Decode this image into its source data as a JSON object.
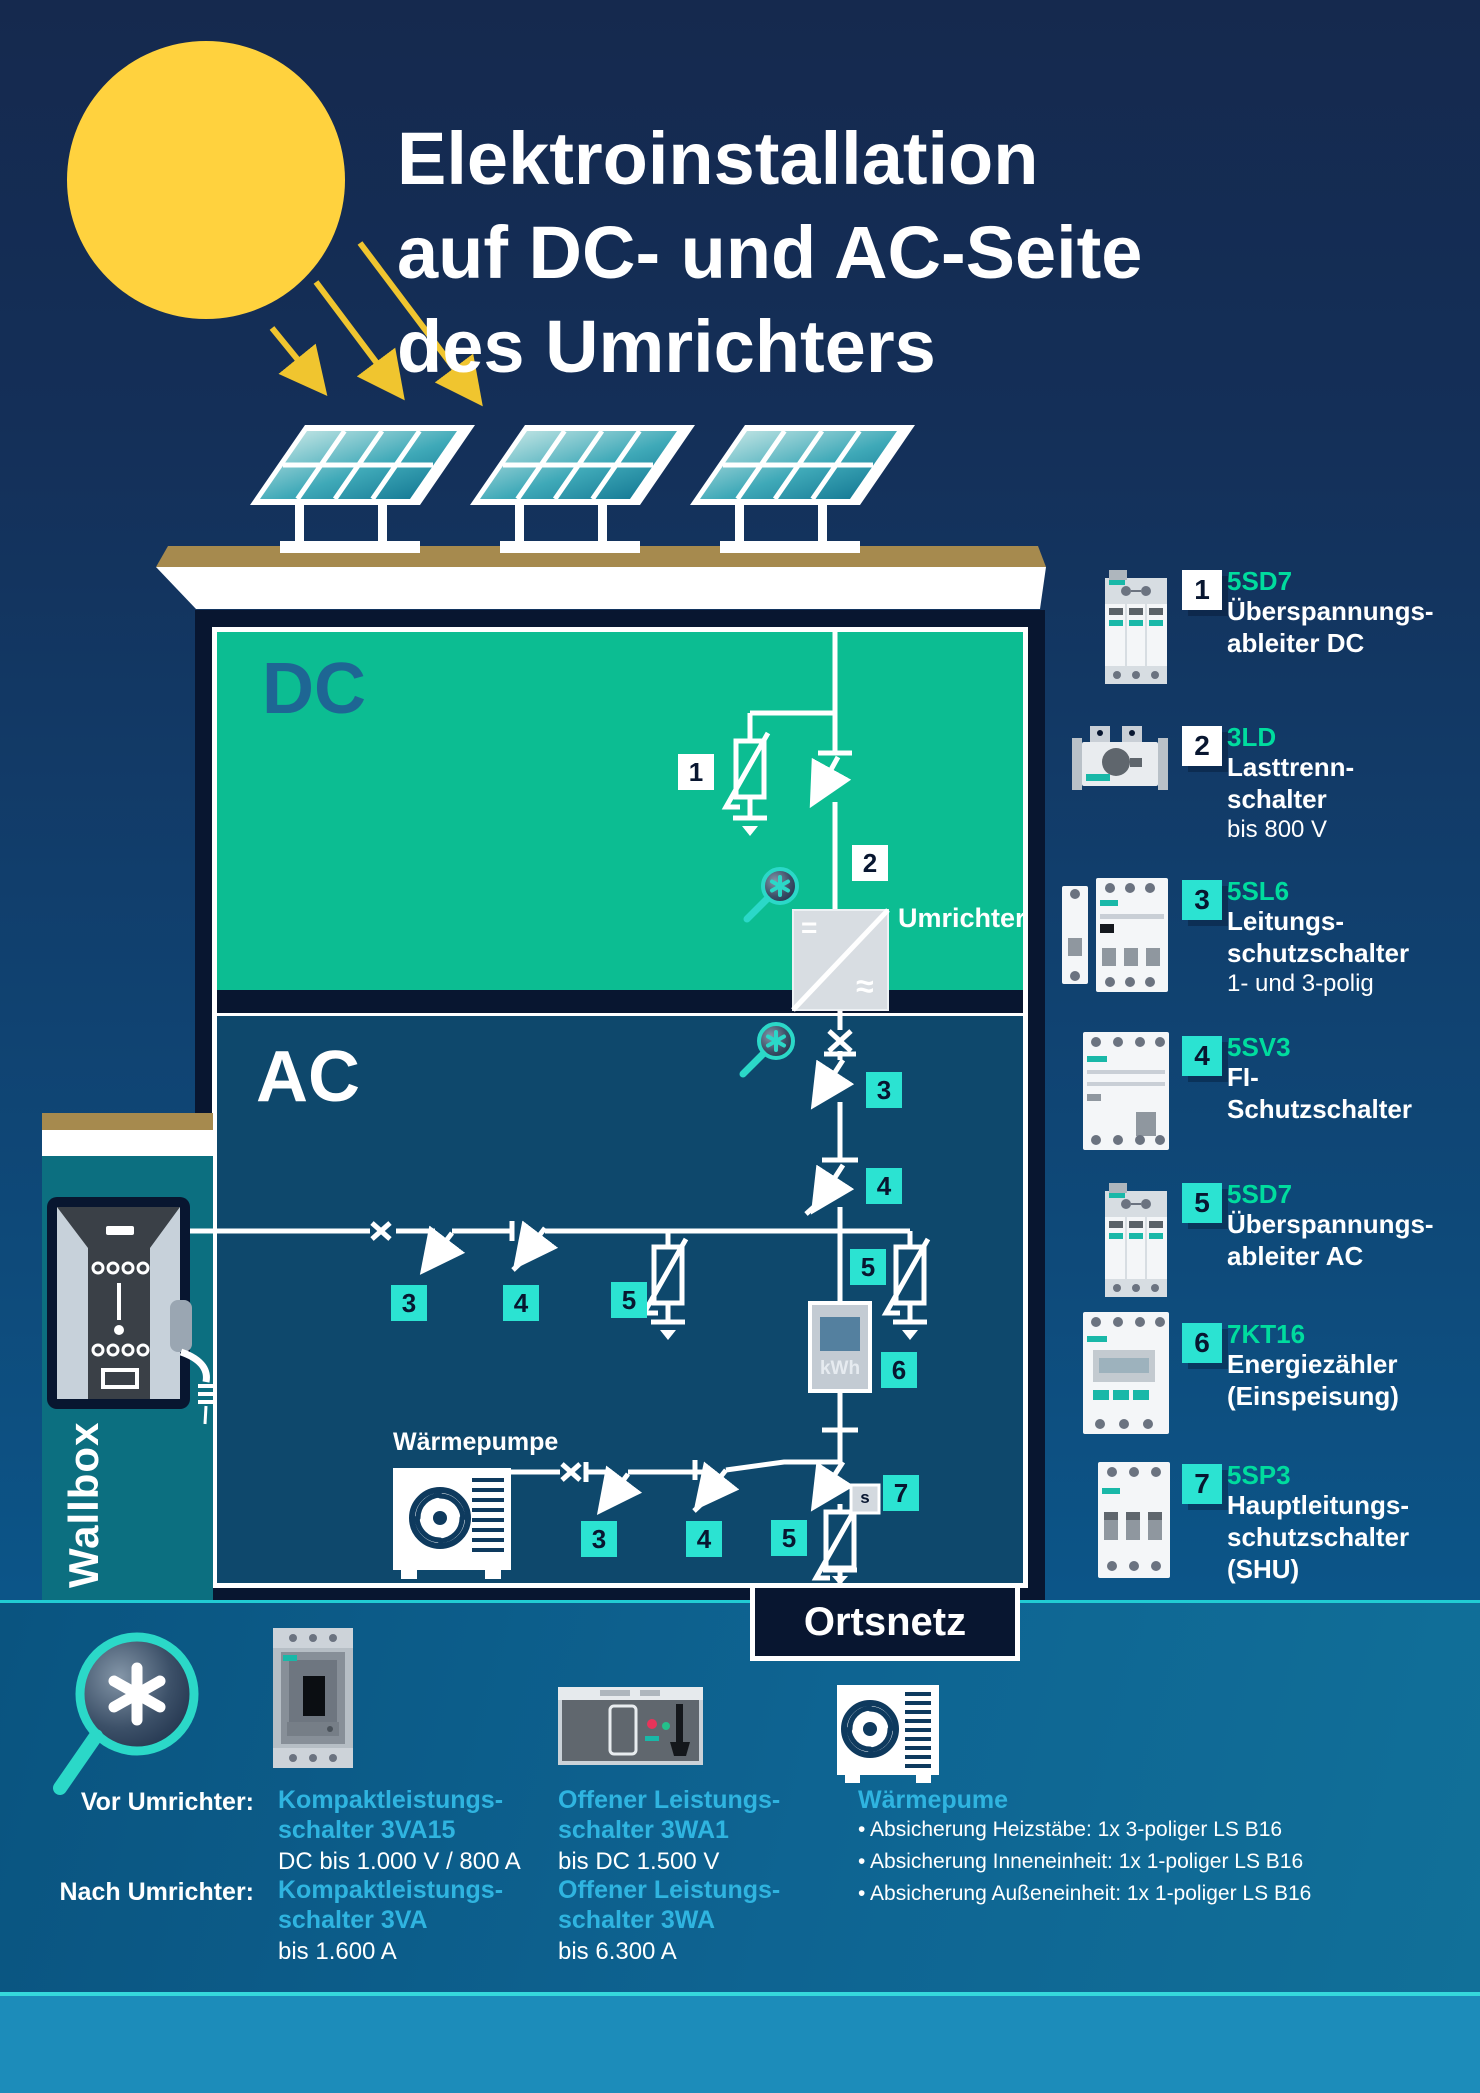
{
  "title": {
    "line1": "Elektroinstallation",
    "line2": "auf DC- und AC-Seite",
    "line3": "des Umrichters"
  },
  "diagram": {
    "dc_label": "DC",
    "ac_label": "AC",
    "umrichter_label": "Umrichter",
    "inverter_dc_symbol": "=",
    "inverter_ac_symbol": "≈",
    "wallbox_label": "Wallbox",
    "waermepumpe_label": "Wärmepumpe",
    "ortsnetz_label": "Ortsnetz",
    "kwh_label": "kWh",
    "seal_label": "s"
  },
  "markers": {
    "m1": "1",
    "m2": "2",
    "m3": "3",
    "m4": "4",
    "m5": "5",
    "m6": "6",
    "m7": "7"
  },
  "sidebar": {
    "items": [
      {
        "number": "1",
        "code": "5SD7",
        "name_lines": [
          "Überspannungs-",
          "ableiter DC"
        ]
      },
      {
        "number": "2",
        "code": "3LD",
        "name_lines": [
          "Lasttrenn-",
          "schalter"
        ],
        "detail": "bis 800 V"
      },
      {
        "number": "3",
        "code": "5SL6",
        "name_lines": [
          "Leitungs-",
          "schutzschalter"
        ],
        "detail": "1- und 3-polig"
      },
      {
        "number": "4",
        "code": "5SV3",
        "name_lines": [
          "FI-",
          "Schutzschalter"
        ]
      },
      {
        "number": "5",
        "code": "5SD7",
        "name_lines": [
          "Überspannungs-",
          "ableiter AC"
        ]
      },
      {
        "number": "6",
        "code": "7KT16",
        "name_lines": [
          "Energiezähler",
          "(Einspeisung)"
        ]
      },
      {
        "number": "7",
        "code": "5SP3",
        "name_lines": [
          "Hauptleitungs-",
          "schutzschalter",
          "(SHU)"
        ]
      }
    ]
  },
  "legend": {
    "row1_label": "Vor Umrichter:",
    "row2_label": "Nach Umrichter:",
    "col1": {
      "r1_line1": "Kompaktleistungs-",
      "r1_line2": "schalter 3VA15",
      "r1_detail": "DC bis 1.000 V / 800 A",
      "r2_line1": "Kompaktleistungs-",
      "r2_line2": "schalter 3VA",
      "r2_detail": "bis 1.600 A"
    },
    "col2": {
      "r1_line1": "Offener Leistungs-",
      "r1_line2": "schalter 3WA1",
      "r1_detail": "bis DC 1.500 V",
      "r2_line1": "Offener Leistungs-",
      "r2_line2": "schalter 3WA",
      "r2_detail": "bis 6.300 A"
    },
    "heatpump": {
      "title": "Wärmepume",
      "bullets": [
        "Absicherung Heizstäbe: 1x 3-poliger LS B16",
        "Absicherung Inneneinheit: 1x 1-poliger LS B16",
        "Absicherung Außeneinheit: 1x 1-poliger LS B16"
      ]
    }
  },
  "colors": {
    "background_navy": "#15294E",
    "dc_green": "#0CBD92",
    "ac_blue": "#0E486C",
    "frame_navy": "#081630",
    "chip_cyan": "#2BE3D2",
    "product_code_teal": "#00DC9E",
    "legend_text_cyan": "#2FB4E0",
    "sun_yellow": "#FFD23E",
    "roof_gold": "#A68A4E",
    "magnifier_teal": "#2BD8C8",
    "footer_blue": "#1C8CBA"
  }
}
